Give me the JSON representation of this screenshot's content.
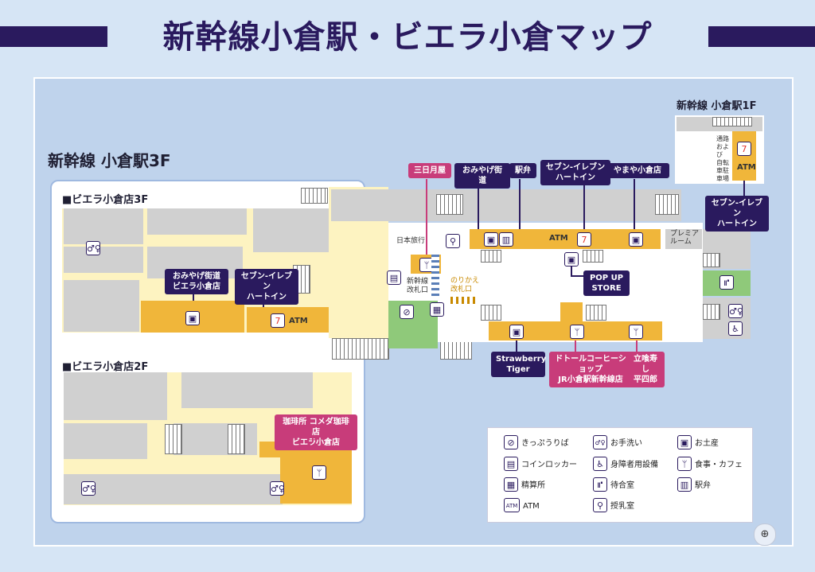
{
  "title": "新幹線小倉駅・ビエラ小倉マップ",
  "floors": {
    "f3_title": "新幹線 小倉駅3F",
    "f1_title": "新幹線 小倉駅1F",
    "biera3f_title": "■ビエラ小倉店3F",
    "biera2f_title": "■ビエラ小倉店2F"
  },
  "labels": {
    "mikazukiya": "三日月屋",
    "omiyage_kaido": "おみやげ街道",
    "ekiben": "駅弁",
    "seven_hartin": "セブン-イレブン\nハートイン",
    "yamaya": "やまや小倉店",
    "popup_store": "POP UP\nSTORE",
    "strawberry_tiger": "Strawberry\nTiger",
    "doutor": "ドトールコーヒーショップ\nJR小倉駅新幹線店",
    "tachigui_sushi": "立喰寿し\n平四郎",
    "omiyage_biera": "おみやげ街道\nビエラ小倉店",
    "seven_biera": "セブン-イレブン\nハートイン",
    "komeda": "珈琲所 コメダ珈琲店\nビエラ小倉店",
    "seven_1f": "セブン-イレブン\nハートイン"
  },
  "map_text": {
    "nihon_ryoko": "日本旅行",
    "premium_room": "プレミア\nルーム",
    "shinkansen_gate": "新幹線\n改札口",
    "transfer_gate": "のりかえ\n改札口",
    "bicycle_parking": "通路および\n自転車駐車場",
    "atm": "ATM"
  },
  "legend": [
    {
      "icon": "ticket-office-icon",
      "glyph": "⊘",
      "label": "きっぷうりば"
    },
    {
      "icon": "restroom-icon",
      "glyph": "♂♀",
      "label": "お手洗い"
    },
    {
      "icon": "souvenir-icon",
      "glyph": "▣",
      "label": "お土産"
    },
    {
      "icon": "coin-locker-icon",
      "glyph": "▤",
      "label": "コインロッカー"
    },
    {
      "icon": "accessible-restroom-icon",
      "glyph": "♿",
      "label": "身障者用設備"
    },
    {
      "icon": "food-cafe-icon",
      "glyph": "ᛘ",
      "label": "食事・カフェ"
    },
    {
      "icon": "fare-adjustment-icon",
      "glyph": "▦",
      "label": "精算所"
    },
    {
      "icon": "waiting-room-icon",
      "glyph": "⑈",
      "label": "待合室"
    },
    {
      "icon": "ekiben-icon",
      "glyph": "▥",
      "label": "駅弁"
    },
    {
      "icon": "atm-icon",
      "glyph": "ATM",
      "label": "ATM"
    },
    {
      "icon": "nursing-room-icon",
      "glyph": "⚲",
      "label": "授乳室"
    }
  ],
  "colors": {
    "navy": "#2a1a5e",
    "pink": "#c83c7a",
    "shop_yellow": "#f0b63a"
  }
}
